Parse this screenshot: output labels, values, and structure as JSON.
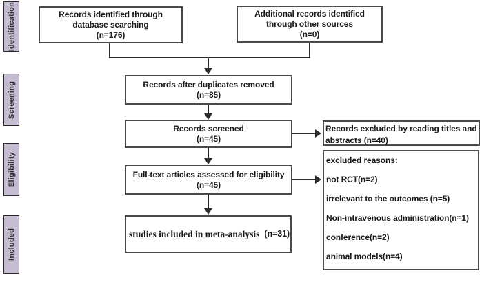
{
  "diagram": {
    "title": "PRISMA study selection flow diagram",
    "colors": {
      "stage_fill": "#c5bcd1",
      "box_border": "#4a4a4a",
      "arrow": "#2b2b2b",
      "text": "#1a1a1a"
    },
    "stages": [
      "Identification",
      "Screening",
      "Eligibility",
      "Included"
    ],
    "boxes": {
      "db_search": {
        "line1": "Records identified through",
        "line2": "database searching",
        "line3": "(n=176)"
      },
      "other_sources": {
        "line1": "Additional records identified",
        "line2": "through other sources",
        "line3": "(n=0)"
      },
      "duplicates_removed": {
        "line1": "Records after duplicates removed",
        "line2": "(n=85)"
      },
      "screened": {
        "line1": "Records screened",
        "line2": "(n=45)"
      },
      "fulltext": {
        "line1": "Full-text articles assessed for eligibility",
        "line2": "(n=45)"
      },
      "included": {
        "text": "studies included in meta-analysis",
        "count": "(n=31)"
      },
      "excluded_titles": {
        "text": "Records excluded by reading titles and abstracts (n=40)"
      },
      "excluded_reasons": {
        "title": "excluded reasons:",
        "reasons": [
          "not RCT(n=2)",
          "irrelevant to the outcomes (n=5)",
          "Non-intravenous administration(n=1)",
          "conference(n=2)",
          "animal models(n=4)"
        ]
      }
    }
  }
}
